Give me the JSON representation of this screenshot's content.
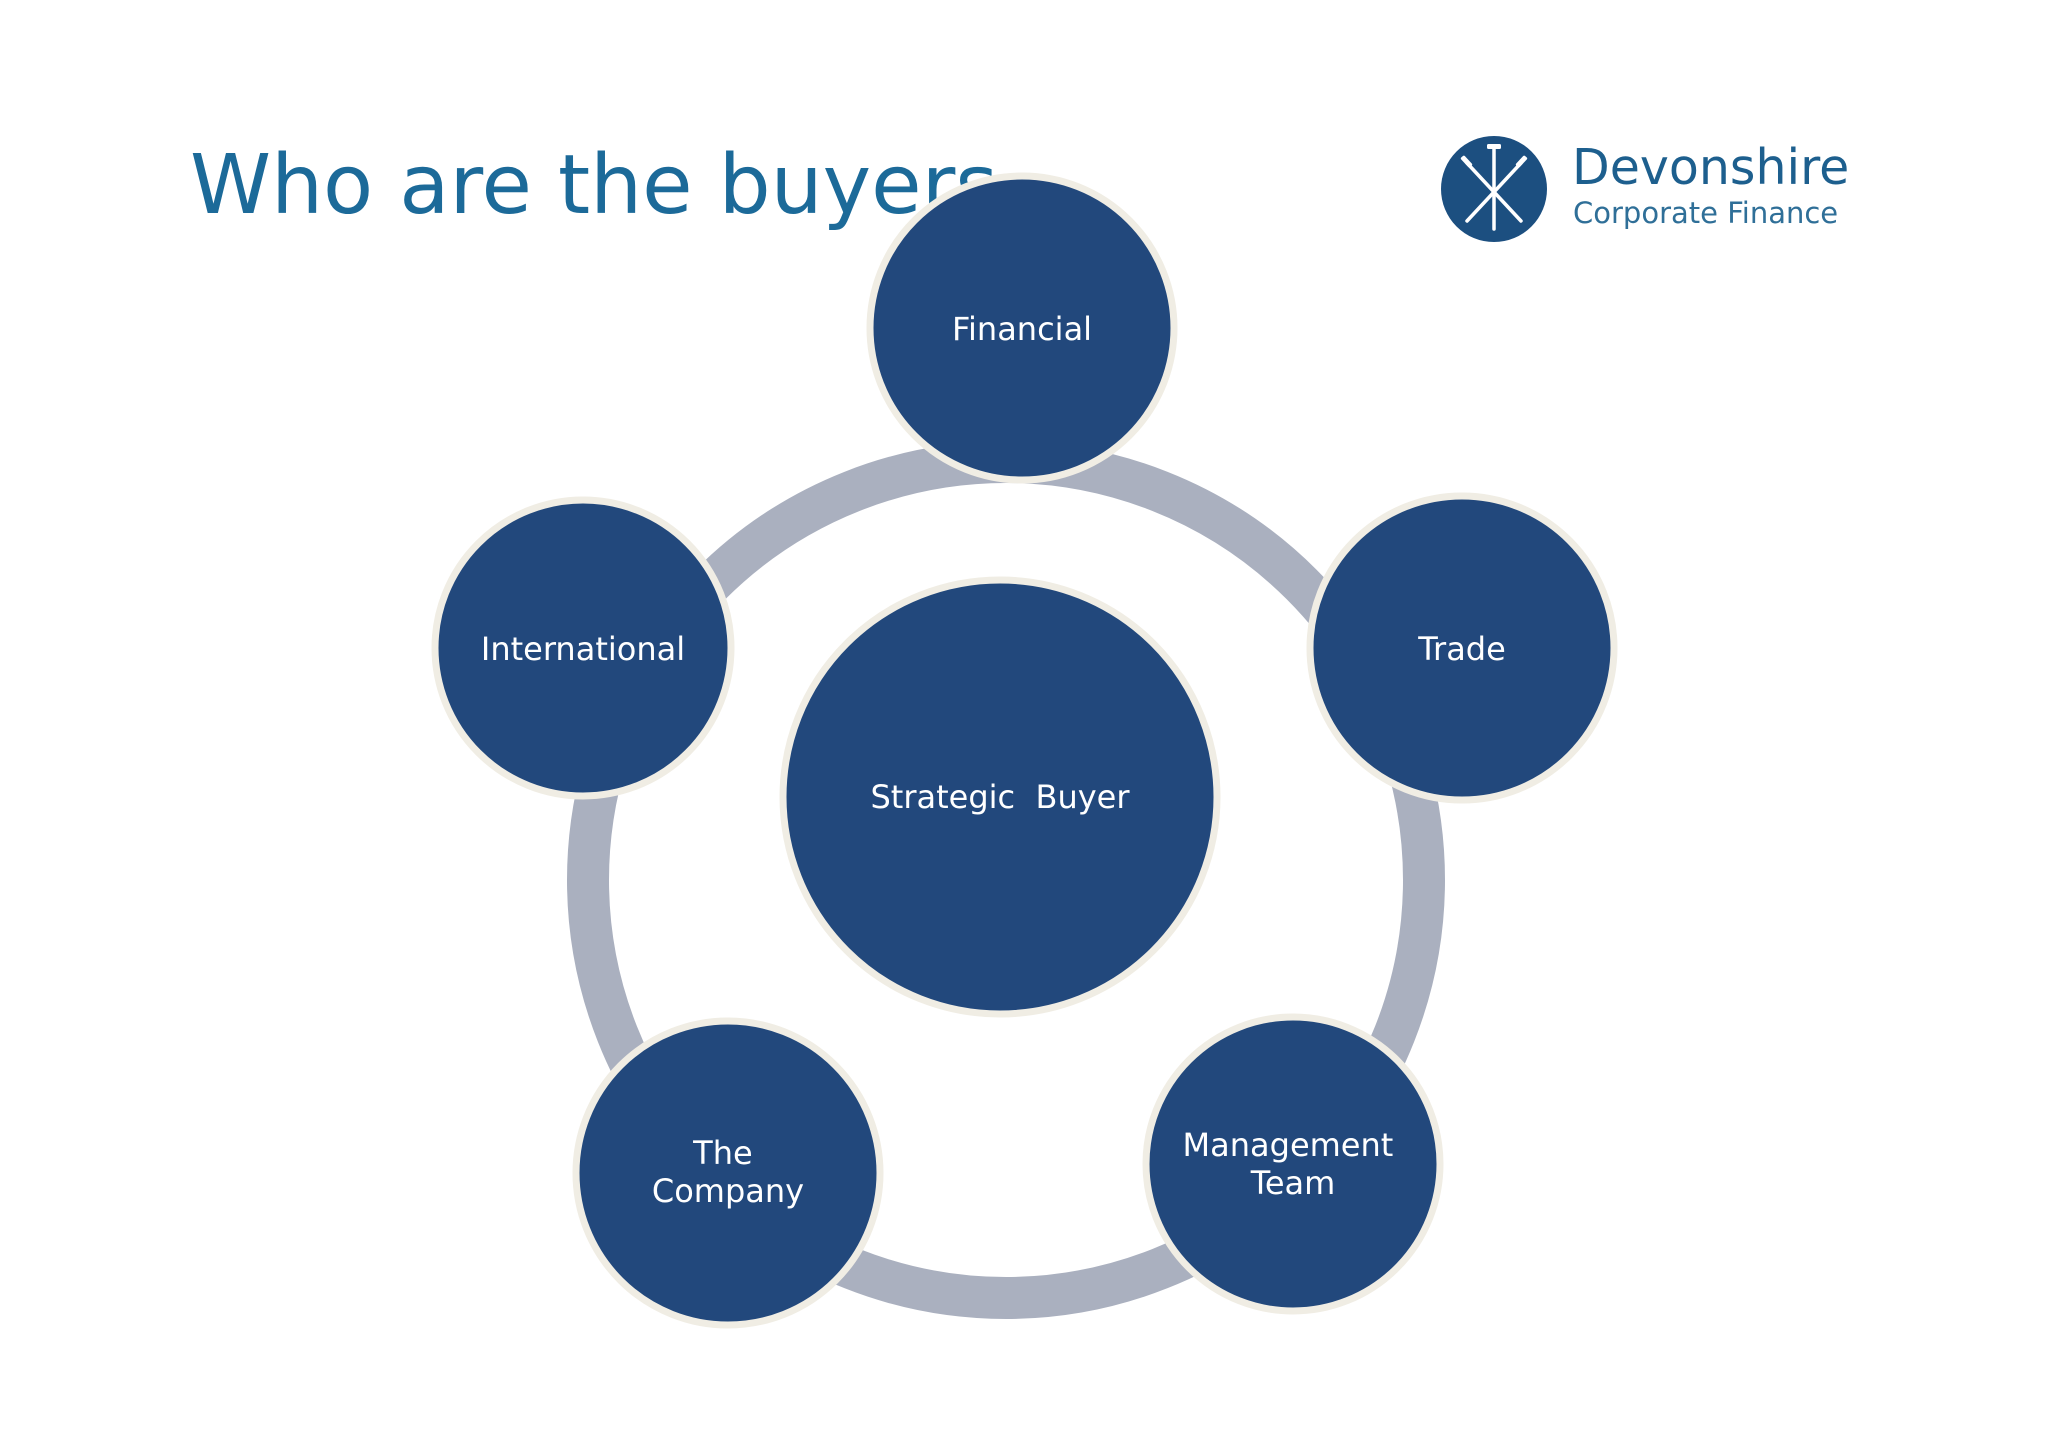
{
  "slide": {
    "title": "Who are the buyers"
  },
  "logo": {
    "name": "Devonshire",
    "subtitle": "Corporate Finance",
    "icon": "crossed-nails-icon"
  },
  "diagram": {
    "center": {
      "label": "Strategic  Buyer"
    },
    "nodes": [
      {
        "lines": [
          "Financial"
        ]
      },
      {
        "lines": [
          "Trade"
        ]
      },
      {
        "lines": [
          "Management",
          "Team"
        ]
      },
      {
        "lines": [
          "The",
          "Company"
        ]
      },
      {
        "lines": [
          "International"
        ]
      }
    ]
  },
  "colors": {
    "title": "#1c6a99",
    "node_fill": "#22487c",
    "node_border": "#f0ede4",
    "ring": "#aab0bf",
    "logo_circle": "#1c4f80",
    "logo_text": "#1d5f8e"
  }
}
